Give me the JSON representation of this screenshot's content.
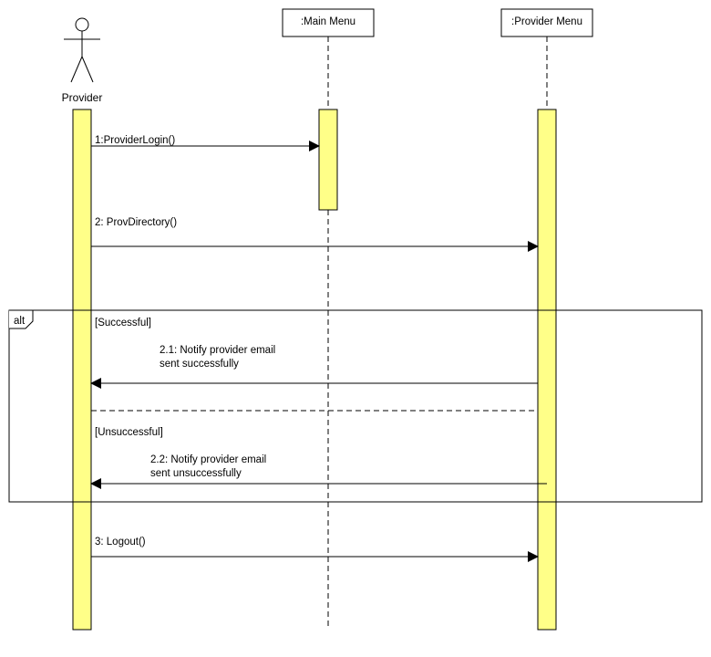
{
  "participants": {
    "actor": {
      "label": "Provider"
    },
    "main_menu": {
      "label": ":Main Menu"
    },
    "provider_menu": {
      "label": ":Provider Menu"
    }
  },
  "messages": {
    "m1": {
      "label": "1:ProviderLogin()"
    },
    "m2": {
      "label": "2: ProvDirectory()"
    },
    "m21": {
      "line1": "2.1: Notify provider email",
      "line2": "sent successfully"
    },
    "m22": {
      "line1": "2.2: Notify provider email",
      "line2": "sent unsuccessfully"
    },
    "m3": {
      "label": "3: Logout()"
    }
  },
  "fragment": {
    "operator": "alt",
    "guard1": "[Successful]",
    "guard2": "[Unsuccessful]"
  },
  "colors": {
    "activation_fill": "#ffff88",
    "line": "#000000",
    "background": "#ffffff"
  }
}
